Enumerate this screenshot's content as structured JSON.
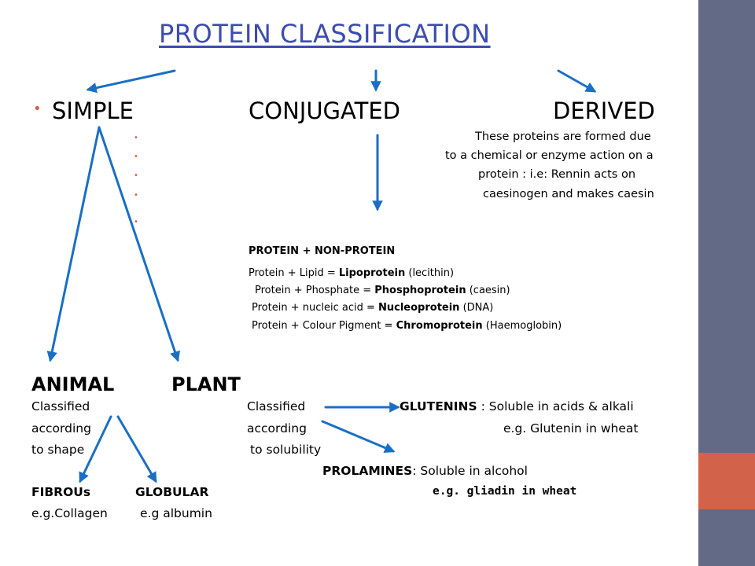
{
  "title": "PROTEIN CLASSIFICATION",
  "categories": {
    "simple": "SIMPLE",
    "conjugated": "CONJUGATED",
    "derived": "DERIVED"
  },
  "derived_text": [
    "These proteins are formed due",
    "to a chemical or enzyme action on a",
    "protein : i.e: Rennin acts on",
    "caesinogen and makes caesin"
  ],
  "conjugated": {
    "heading": "PROTEIN + NON-PROTEIN",
    "rows": [
      {
        "left": "Protein + Lipid = ",
        "name": "Lipoprotein",
        "right": " (lecithin)"
      },
      {
        "left": "Protein + Phosphate = ",
        "name": "Phosphoprotein",
        "right": " (caesin)"
      },
      {
        "left": "Protein + nucleic acid = ",
        "name": "Nucleoprotein",
        "right": " (DNA)"
      },
      {
        "left": "Protein + Colour Pigment = ",
        "name": "Chromoprotein",
        "right": " (Haemoglobin)"
      }
    ]
  },
  "animal": {
    "label": "ANIMAL",
    "lines": [
      "Classified",
      "according",
      "to shape"
    ],
    "fibrous": {
      "label": "FIBROUs",
      "example": "e.g.Collagen"
    },
    "globular": {
      "label": "GLOBULAR",
      "example": "e.g albumin"
    }
  },
  "plant": {
    "label": "PLANT",
    "lines": [
      "Classified",
      "according",
      "to solubility"
    ],
    "glutenins": {
      "label": "GLUTENINS",
      "desc": " : Soluble in acids & alkali",
      "example": "e.g. Glutenin in wheat"
    },
    "prolamines": {
      "label": "PROLAMINES",
      "desc": ": Soluble in alcohol",
      "example": "e.g. gliadin in wheat"
    }
  },
  "colors": {
    "title": "#3c4cb0",
    "arrow": "#1a6fc4",
    "bullet": "#d2624a",
    "sidebar": "#626a86",
    "accent": "#d2624a"
  }
}
